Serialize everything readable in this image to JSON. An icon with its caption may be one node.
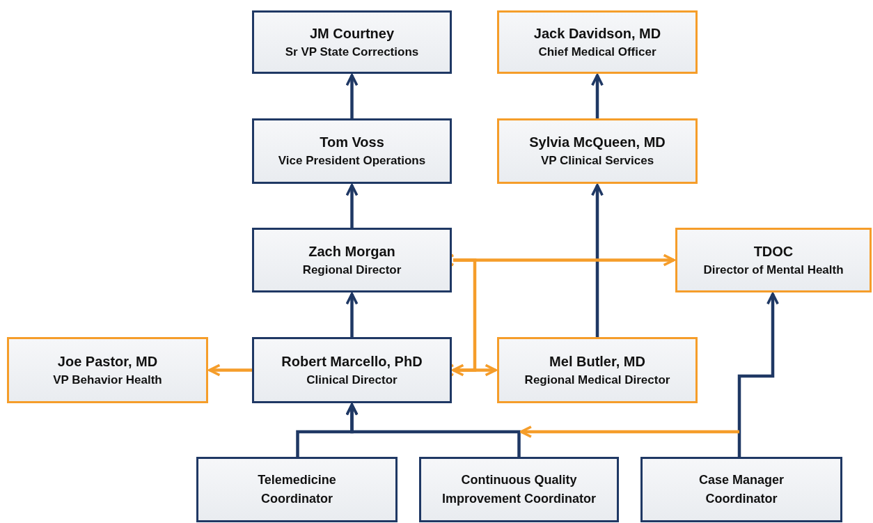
{
  "diagram": {
    "nodes": [
      {
        "text": [
          "JM Courtney",
          "Sr VP State Corrections"
        ]
      },
      {
        "text": [
          "Jack Davidson, MD",
          "Chief Medical Officer"
        ]
      },
      {
        "text": [
          "Tom Voss",
          "Vice President Operations"
        ]
      },
      {
        "text": [
          "Sylvia McQueen, MD",
          "VP Clinical Services"
        ]
      },
      {
        "text": [
          "Zach Morgan",
          "Regional Director"
        ]
      },
      {
        "text": [
          "TDOC",
          "Director of Mental Health"
        ]
      },
      {
        "text": [
          "Joe Pastor, MD",
          "VP Behavior Health"
        ]
      },
      {
        "text": [
          "Robert Marcello, PhD",
          "Clinical Director"
        ]
      },
      {
        "text": [
          "Mel Butler, MD",
          "Regional Medical Director"
        ]
      },
      {
        "text": [
          "Telemedicine Coordinator"
        ]
      },
      {
        "text": [
          "Continuous Quality Improvement Coordinator"
        ]
      },
      {
        "text": [
          "Case Manager Coordinator"
        ]
      }
    ],
    "edges": [
      {
        "from": 2,
        "to": 0,
        "arrow": "to"
      },
      {
        "from": 4,
        "to": 2,
        "arrow": "to"
      },
      {
        "from": 7,
        "to": 4,
        "arrow": "to"
      },
      {
        "from": 3,
        "to": 1,
        "arrow": "to"
      },
      {
        "from": 8,
        "to": 3,
        "arrow": "to"
      },
      {
        "from": 7,
        "to": 6,
        "arrow": "to",
        "color": "#f59d2a"
      },
      {
        "from": 4,
        "to": 5,
        "arrow": "both",
        "color": "#f59d2a"
      },
      {
        "from": 4,
        "to": 7,
        "arrow": "both",
        "color": "#f59d2a"
      },
      {
        "from": 7,
        "to": 8,
        "arrow": "both",
        "color": "#f59d2a"
      },
      {
        "from": 9,
        "to": 7,
        "arrow": "to"
      },
      {
        "from": 10,
        "to": 7,
        "arrow": "to"
      },
      {
        "from": 11,
        "to": 5,
        "arrow": "to"
      },
      {
        "from": 11,
        "to": 10,
        "arrow": "to",
        "color": "#f59d2a"
      }
    ]
  }
}
